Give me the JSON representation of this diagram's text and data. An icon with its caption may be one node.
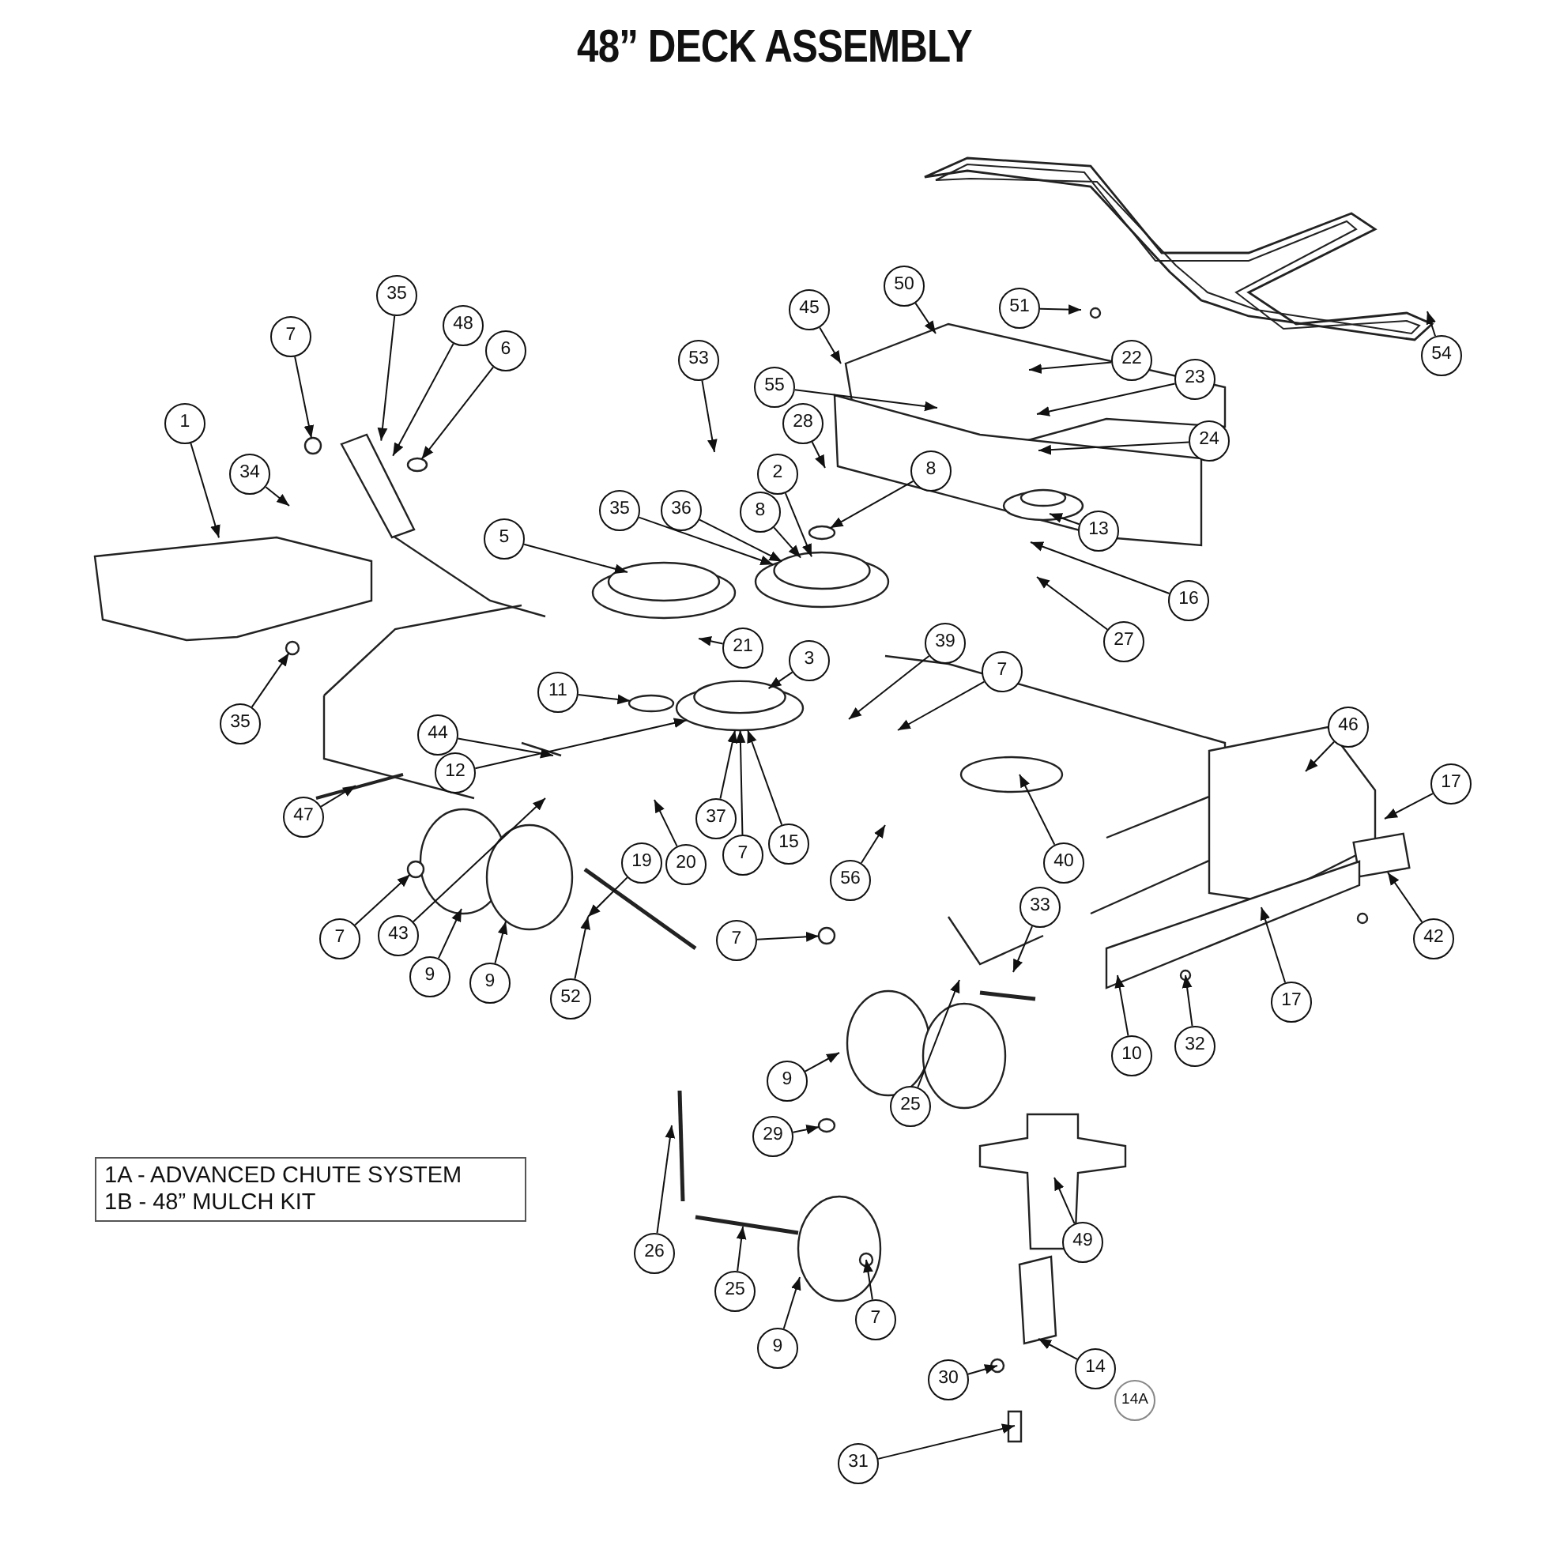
{
  "diagram": {
    "title": "48” DECK ASSEMBLY",
    "nodes": [
      {
        "text": [
          "1"
        ]
      },
      {
        "text": [
          "34"
        ]
      },
      {
        "text": [
          "7"
        ]
      },
      {
        "text": [
          "35"
        ]
      },
      {
        "text": [
          "48"
        ]
      },
      {
        "text": [
          "6"
        ]
      },
      {
        "text": [
          "53"
        ]
      },
      {
        "text": [
          "45"
        ]
      },
      {
        "text": [
          "50"
        ]
      },
      {
        "text": [
          "51"
        ]
      },
      {
        "text": [
          "22"
        ]
      },
      {
        "text": [
          "23"
        ]
      },
      {
        "text": [
          "54"
        ]
      },
      {
        "text": [
          "55"
        ]
      },
      {
        "text": [
          "28"
        ]
      },
      {
        "text": [
          "24"
        ]
      },
      {
        "text": [
          "2"
        ]
      },
      {
        "text": [
          "8"
        ]
      },
      {
        "text": [
          "5"
        ]
      },
      {
        "text": [
          "35"
        ]
      },
      {
        "text": [
          "36"
        ]
      },
      {
        "text": [
          "8"
        ]
      },
      {
        "text": [
          "13"
        ]
      },
      {
        "text": [
          "16"
        ]
      },
      {
        "text": [
          "27"
        ]
      },
      {
        "text": [
          "21"
        ]
      },
      {
        "text": [
          "3"
        ]
      },
      {
        "text": [
          "39"
        ]
      },
      {
        "text": [
          "7"
        ]
      },
      {
        "text": [
          "11"
        ]
      },
      {
        "text": [
          "44"
        ]
      },
      {
        "text": [
          "12"
        ]
      },
      {
        "text": [
          "46"
        ]
      },
      {
        "text": [
          "17"
        ]
      },
      {
        "text": [
          "35"
        ]
      },
      {
        "text": [
          "47"
        ]
      },
      {
        "text": [
          "37"
        ]
      },
      {
        "text": [
          "7"
        ]
      },
      {
        "text": [
          "15"
        ]
      },
      {
        "text": [
          "19"
        ]
      },
      {
        "text": [
          "20"
        ]
      },
      {
        "text": [
          "56"
        ]
      },
      {
        "text": [
          "40"
        ]
      },
      {
        "text": [
          "7"
        ]
      },
      {
        "text": [
          "43"
        ]
      },
      {
        "text": [
          "9"
        ]
      },
      {
        "text": [
          "9"
        ]
      },
      {
        "text": [
          "52"
        ]
      },
      {
        "text": [
          "7"
        ]
      },
      {
        "text": [
          "33"
        ]
      },
      {
        "text": [
          "42"
        ]
      },
      {
        "text": [
          "17"
        ]
      },
      {
        "text": [
          "10"
        ]
      },
      {
        "text": [
          "32"
        ]
      },
      {
        "text": [
          "9"
        ]
      },
      {
        "text": [
          "25"
        ]
      },
      {
        "text": [
          "29"
        ]
      },
      {
        "text": [
          "1A - ADVANCED CHUTE SYSTEM",
          "1B - 48” MULCH KIT"
        ]
      },
      {
        "text": [
          "26"
        ]
      },
      {
        "text": [
          "49"
        ]
      },
      {
        "text": [
          "25"
        ]
      },
      {
        "text": [
          "9"
        ]
      },
      {
        "text": [
          "7"
        ]
      },
      {
        "text": [
          "30"
        ]
      },
      {
        "text": [
          "14"
        ]
      },
      {
        "text": [
          "14A"
        ]
      },
      {
        "text": [
          "31"
        ]
      },
      {
        "text": [],
        "shape": "picture"
      },
      {
        "text": [],
        "shape": "circle"
      },
      {
        "text": [],
        "shape": "circle"
      },
      {
        "text": [],
        "shape": "circle"
      },
      {
        "text": [],
        "shape": "circle"
      },
      {
        "text": [],
        "shape": "circle"
      },
      {
        "text": [],
        "shape": "circle"
      },
      {
        "text": [],
        "shape": "circle"
      },
      {
        "text": [],
        "shape": "circle"
      },
      {
        "text": [],
        "shape": "circle"
      },
      {
        "text": [],
        "shape": "picture"
      },
      {
        "text": [],
        "shape": "circle"
      }
    ],
    "edges": [
      {
        "from": 0,
        "to": 67,
        "arrow": "to"
      },
      {
        "from": 1,
        "to": null,
        "arrow": "to"
      },
      {
        "from": 2,
        "to": 68,
        "arrow": "to"
      },
      {
        "from": 3,
        "to": 77,
        "arrow": "to"
      },
      {
        "from": 4,
        "to": 77,
        "arrow": "to"
      },
      {
        "from": 5,
        "to": 78,
        "arrow": "to"
      },
      {
        "from": 6,
        "to": null,
        "arrow": "to"
      },
      {
        "from": 7,
        "to": null,
        "arrow": "to"
      },
      {
        "from": 8,
        "to": null,
        "arrow": "to"
      },
      {
        "from": 9,
        "to": null,
        "arrow": "to"
      },
      {
        "from": 10,
        "to": null,
        "arrow": "to"
      },
      {
        "from": 11,
        "to": null,
        "arrow": "to"
      },
      {
        "from": 12,
        "to": null,
        "arrow": "to"
      },
      {
        "from": 13,
        "to": null,
        "arrow": "to"
      },
      {
        "from": 14,
        "to": null,
        "arrow": "to"
      },
      {
        "from": 15,
        "to": null,
        "arrow": "to"
      },
      {
        "from": 16,
        "to": 69,
        "arrow": "to"
      },
      {
        "from": 17,
        "to": 75,
        "arrow": "to"
      },
      {
        "from": 18,
        "to": null,
        "arrow": "to"
      },
      {
        "from": 19,
        "to": 69,
        "arrow": "to"
      },
      {
        "from": 20,
        "to": 69,
        "arrow": "to"
      },
      {
        "from": 21,
        "to": 69,
        "arrow": "to"
      },
      {
        "from": 22,
        "to": null,
        "arrow": "to"
      },
      {
        "from": 23,
        "to": null,
        "arrow": "to"
      },
      {
        "from": 24,
        "to": null,
        "arrow": "to"
      },
      {
        "from": 25,
        "to": null,
        "arrow": "to"
      },
      {
        "from": 26,
        "to": 70,
        "arrow": "to"
      },
      {
        "from": 27,
        "to": null,
        "arrow": "to"
      },
      {
        "from": 28,
        "to": null,
        "arrow": "to"
      },
      {
        "from": 29,
        "to": 74,
        "arrow": "to"
      },
      {
        "from": 30,
        "to": null,
        "arrow": "to"
      },
      {
        "from": 31,
        "to": 70,
        "arrow": "to"
      },
      {
        "from": 32,
        "to": null,
        "arrow": "to"
      },
      {
        "from": 33,
        "to": null,
        "arrow": "to"
      },
      {
        "from": 34,
        "to": 76,
        "arrow": "to"
      },
      {
        "from": 35,
        "to": null,
        "arrow": "to"
      },
      {
        "from": 36,
        "to": 70,
        "arrow": "to"
      },
      {
        "from": 37,
        "to": 70,
        "arrow": "to"
      },
      {
        "from": 38,
        "to": 70,
        "arrow": "to"
      },
      {
        "from": 39,
        "to": null,
        "arrow": "to"
      },
      {
        "from": 40,
        "to": null,
        "arrow": "to"
      },
      {
        "from": 41,
        "to": null,
        "arrow": "to"
      },
      {
        "from": 42,
        "to": null,
        "arrow": "to"
      },
      {
        "from": 43,
        "to": 71,
        "arrow": "to"
      },
      {
        "from": 44,
        "to": null,
        "arrow": "to"
      },
      {
        "from": 45,
        "to": null,
        "arrow": "to"
      },
      {
        "from": 46,
        "to": null,
        "arrow": "to"
      },
      {
        "from": 47,
        "to": null,
        "arrow": "to"
      },
      {
        "from": 48,
        "to": 72,
        "arrow": "to"
      },
      {
        "from": 49,
        "to": null,
        "arrow": "to"
      },
      {
        "from": 50,
        "to": null,
        "arrow": "to"
      },
      {
        "from": 51,
        "to": null,
        "arrow": "to"
      },
      {
        "from": 52,
        "to": null,
        "arrow": "to"
      },
      {
        "from": 53,
        "to": null,
        "arrow": "to"
      },
      {
        "from": 54,
        "to": null,
        "arrow": "to"
      },
      {
        "from": 55,
        "to": null,
        "arrow": "to"
      },
      {
        "from": 56,
        "to": 73,
        "arrow": "to"
      },
      {
        "from": 58,
        "to": null,
        "arrow": "to"
      },
      {
        "from": 59,
        "to": null,
        "arrow": "to"
      },
      {
        "from": 60,
        "to": null,
        "arrow": "to"
      },
      {
        "from": 61,
        "to": null,
        "arrow": "to"
      },
      {
        "from": 62,
        "to": null,
        "arrow": "to"
      },
      {
        "from": 63,
        "to": null,
        "arrow": "to"
      },
      {
        "from": 64,
        "to": null,
        "arrow": "to"
      },
      {
        "from": 66,
        "to": null,
        "arrow": "to"
      }
    ]
  }
}
